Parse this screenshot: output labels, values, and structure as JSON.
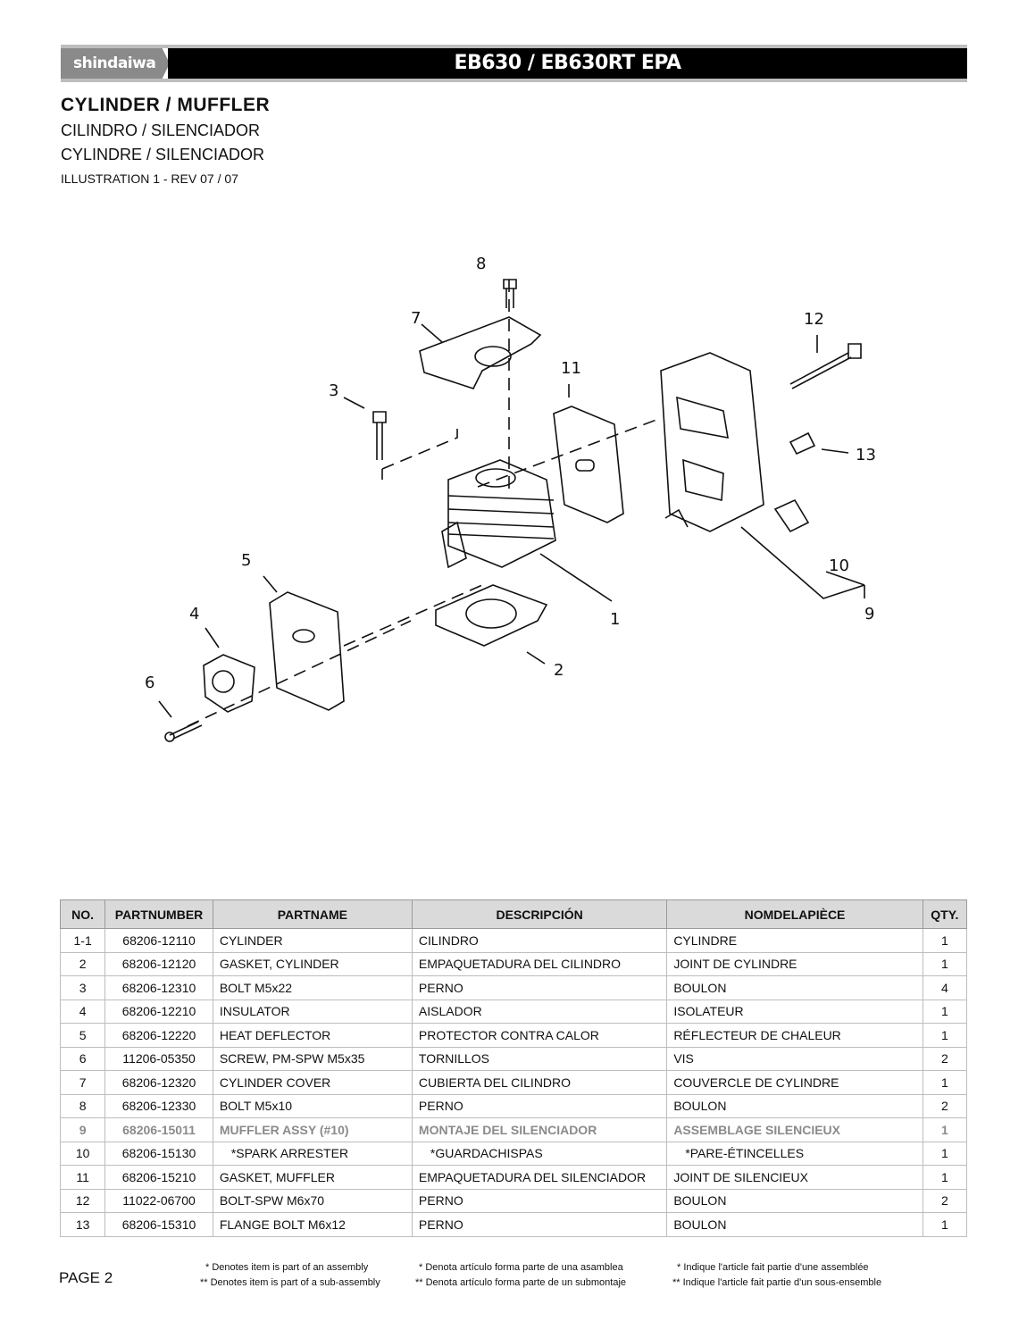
{
  "header": {
    "brand": "shindaiwa",
    "model": "EB630 / EB630RT EPA"
  },
  "title": {
    "english": "CYLINDER / MUFFLER",
    "spanish": "CILINDRO / SILENCIADOR",
    "french": "CYLINDRE / SILENCIADOR",
    "illustration": "ILLUSTRATION 1 - REV 07 / 07"
  },
  "diagram": {
    "callouts": [
      "1",
      "2",
      "3",
      "4",
      "5",
      "6",
      "7",
      "8",
      "9",
      "10",
      "11",
      "12",
      "13"
    ]
  },
  "table": {
    "headers": [
      "NO.",
      "PARTNUMBER",
      "PARTNAME",
      "DESCRIPCIÓN",
      "NOMDELAPIÈCE",
      "QTY."
    ],
    "rows": [
      [
        "1-1",
        "68206-12110",
        "CYLINDER",
        "CILINDRO",
        "CYLINDRE",
        "1"
      ],
      [
        "2",
        "68206-12120",
        "GASKET, CYLINDER",
        "EMPAQUETADURA DEL CILINDRO",
        "JOINT DE CYLINDRE",
        "1"
      ],
      [
        "3",
        "68206-12310",
        "BOLT M5x22",
        "PERNO",
        "BOULON",
        "4"
      ],
      [
        "4",
        "68206-12210",
        "INSULATOR",
        "AISLADOR",
        "ISOLATEUR",
        "1"
      ],
      [
        "5",
        "68206-12220",
        "HEAT DEFLECTOR",
        "PROTECTOR CONTRA CALOR",
        "RÉFLECTEUR DE CHALEUR",
        "1"
      ],
      [
        "6",
        "11206-05350",
        "SCREW, PM-SPW M5x35",
        "TORNILLOS",
        "VIS",
        "2"
      ],
      [
        "7",
        "68206-12320",
        "CYLINDER COVER",
        "CUBIERTA DEL CILINDRO",
        "COUVERCLE DE CYLINDRE",
        "1"
      ],
      [
        "8",
        "68206-12330",
        "BOLT M5x10",
        "PERNO",
        "BOULON",
        "2"
      ],
      [
        "9",
        "68206-15011",
        "MUFFLER ASSY (#10)",
        "MONTAJE DEL SILENCIADOR",
        "ASSEMBLAGE SILENCIEUX",
        "1"
      ],
      [
        "10",
        "68206-15130",
        "   *SPARK ARRESTER",
        "   *GUARDACHISPAS",
        "   *PARE-ÉTINCELLES",
        "1"
      ],
      [
        "11",
        "68206-15210",
        "GASKET, MUFFLER",
        "EMPAQUETADURA DEL SILENCIADOR",
        "JOINT DE SILENCIEUX",
        "1"
      ],
      [
        "12",
        "11022-06700",
        "BOLT-SPW M6x70",
        "PERNO",
        "BOULON",
        "2"
      ],
      [
        "13",
        "68206-15310",
        "FLANGE BOLT M6x12",
        "PERNO",
        "BOULON",
        "1"
      ]
    ]
  },
  "footer": {
    "page": "PAGE 2",
    "en_1": "* Denotes item is part of an assembly",
    "en_2": "** Denotes item is part of a sub-assembly",
    "es_1": "* Denota artículo forma parte de una asamblea",
    "es_2": "** Denota artículo forma parte de un submontaje",
    "fr_1": "* Indique l'article fait partie d'une assemblée",
    "fr_2": "** Indique l'article fait partie d'un sous-ensemble"
  }
}
